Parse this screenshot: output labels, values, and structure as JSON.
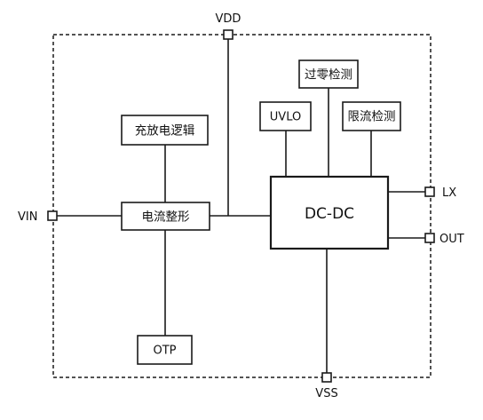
{
  "pins": {
    "vdd": "VDD",
    "vin": "VIN",
    "vss": "VSS",
    "lx": "LX",
    "out": "OUT"
  },
  "blocks": {
    "charge_logic": "充放电逻辑",
    "current_shaping": "电流整形",
    "otp": "OTP",
    "uvlo": "UVLO",
    "zero_cross": "过零检测",
    "current_limit": "限流检测",
    "dcdc": "DC-DC"
  }
}
